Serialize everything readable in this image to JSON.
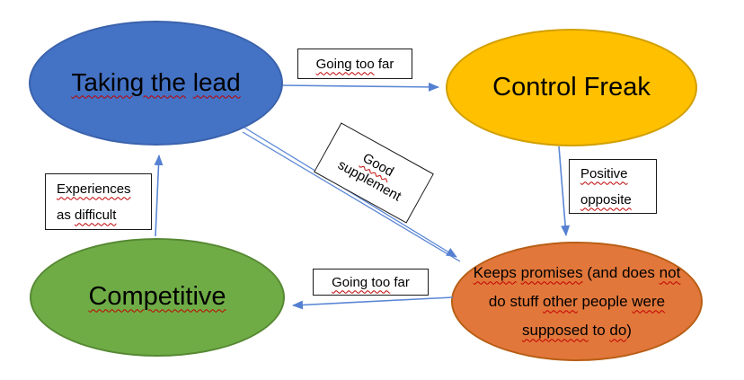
{
  "diagram": {
    "nodes": {
      "taking_lead": {
        "fill": "#4472C4",
        "border": "#3A62AC",
        "segments": [
          [
            "Taking the",
            true
          ],
          [
            " ",
            false
          ],
          [
            "lead",
            true
          ]
        ]
      },
      "control_freak": {
        "fill": "#FFC000",
        "border": "#D29F00",
        "segments": [
          [
            "Control Freak",
            false
          ]
        ]
      },
      "competitive": {
        "fill": "#6FAC46",
        "border": "#578934",
        "segments": [
          [
            "Competitive",
            true
          ]
        ]
      },
      "keeps_promises": {
        "fill": "#E2773B",
        "border": "#B85E15",
        "lines": [
          [
            [
              "Keeps",
              true
            ],
            [
              " ",
              false
            ],
            [
              "promises",
              true
            ],
            [
              " (and does ",
              false
            ],
            [
              "not",
              true
            ]
          ],
          [
            [
              "do stuff ",
              false
            ],
            [
              "other",
              true
            ],
            [
              " people ",
              false
            ],
            [
              "were",
              true
            ]
          ],
          [
            [
              "supposed",
              true
            ],
            [
              " to ",
              false
            ],
            [
              "do",
              true
            ],
            [
              ")",
              false
            ]
          ]
        ]
      }
    },
    "labels": {
      "going_too_far_top": {
        "segments": [
          [
            "Going too",
            true
          ],
          [
            " far",
            false
          ]
        ]
      },
      "good_supplement": {
        "lines": [
          [
            [
              "Good",
              true
            ]
          ],
          [
            [
              "supplement",
              false
            ]
          ]
        ]
      },
      "positive_opposite": {
        "lines": [
          [
            [
              "Positive",
              true
            ]
          ],
          [
            [
              "opposite",
              true
            ]
          ]
        ]
      },
      "experiences_difficult": {
        "lines": [
          [
            [
              "Experiences",
              true
            ]
          ],
          [
            [
              "as ",
              false
            ],
            [
              "difficult",
              true
            ]
          ]
        ]
      },
      "going_too_far_bottom": {
        "segments": [
          [
            "Going too",
            true
          ],
          [
            " far",
            false
          ]
        ]
      }
    },
    "colors": {
      "arrow": "#5B87D5",
      "squiggle": "#C00000",
      "label_border": "#1A1A1A",
      "label_fill": "#FFFFFF"
    }
  }
}
